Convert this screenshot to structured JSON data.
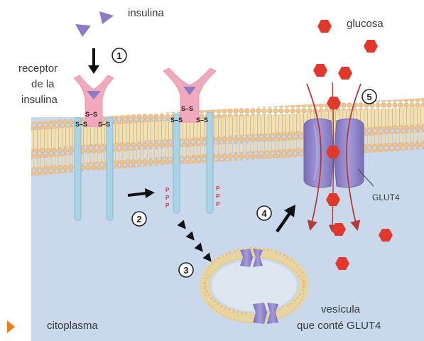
{
  "labels": {
    "insulin": "insulina",
    "receptor_line1": "receptor",
    "receptor_line2": "de la",
    "receptor_line3": "insulina",
    "glucose": "glucosa",
    "glut4": "GLUT4",
    "cytoplasm": "citoplasma",
    "vesicle_line1": "vesícula",
    "vesicle_line2": "que conté GLUT4"
  },
  "steps": [
    "1",
    "2",
    "3",
    "4",
    "5"
  ],
  "bonds": {
    "ss": "S–S",
    "s": "S",
    "p": "P"
  },
  "colors": {
    "cytoplasm": "#c9d8ea",
    "membrane_head": "#f2c79a",
    "membrane_band": "#e9c58e",
    "receptor": "#f2a9bd",
    "receptor_stem": "#a9d3e6",
    "insulin": "#8e7ac4",
    "glucose": "#e0392b",
    "glut4": "#8f86c8",
    "orange_marker": "#f07b1d"
  }
}
